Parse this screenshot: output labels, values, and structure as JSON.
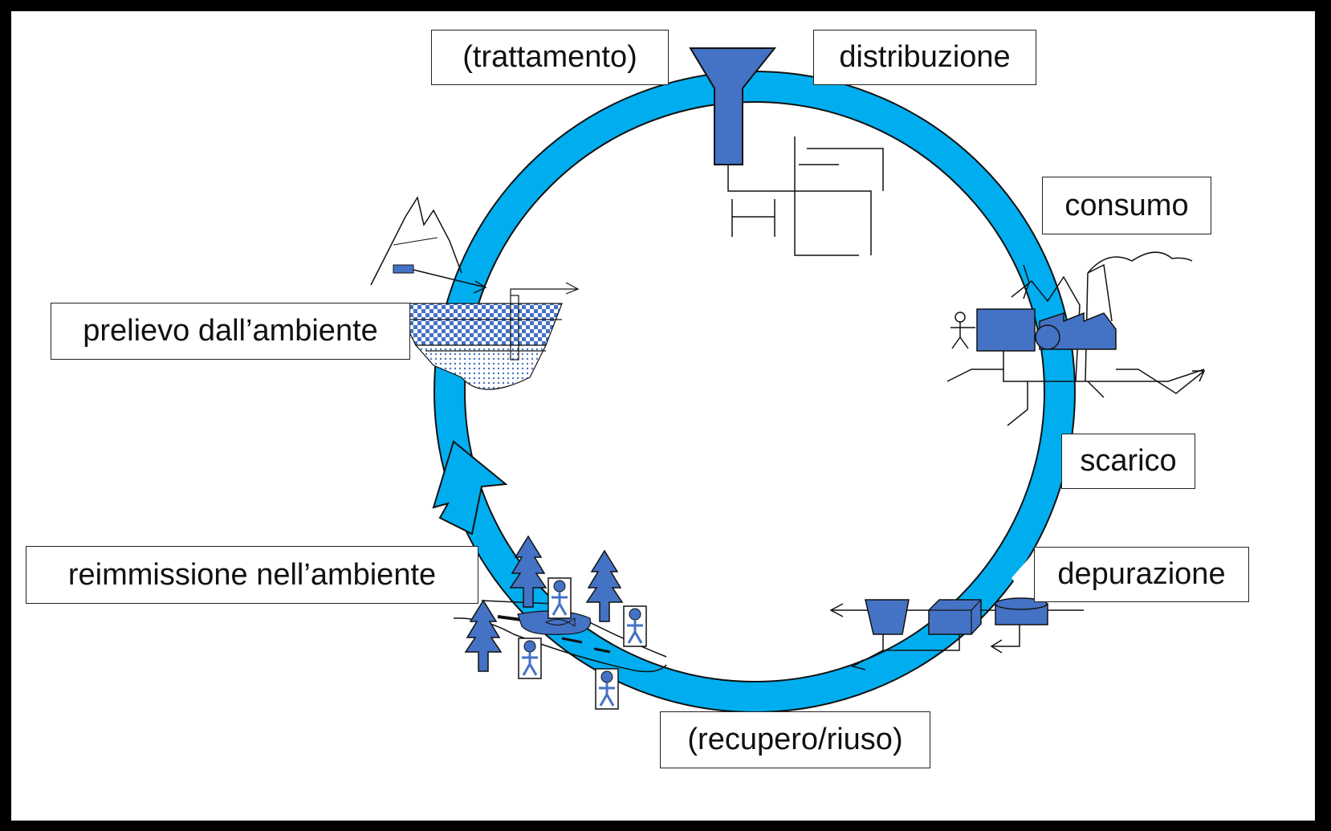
{
  "labels": {
    "trattamento": "(trattamento)",
    "distribuzione": "distribuzione",
    "consumo": "consumo",
    "scarico": "scarico",
    "depurazione": "depurazione",
    "recupero": "(recupero/riuso)",
    "reimmissione": "reimmissione nell’ambiente",
    "prelievo": "prelievo dall’ambiente"
  },
  "colors": {
    "cycle_ring": "#00AEEF",
    "icon_fill": "#4472C4",
    "background": "#FFFFFF",
    "frame": "#000000"
  },
  "icons": [
    "mountain-icon",
    "reservoir-icon",
    "funnel-icon",
    "factory-icon",
    "person-icon",
    "treatment-plant-icon",
    "tree-icon",
    "river-icon",
    "fish-icon",
    "arrow-icon"
  ]
}
